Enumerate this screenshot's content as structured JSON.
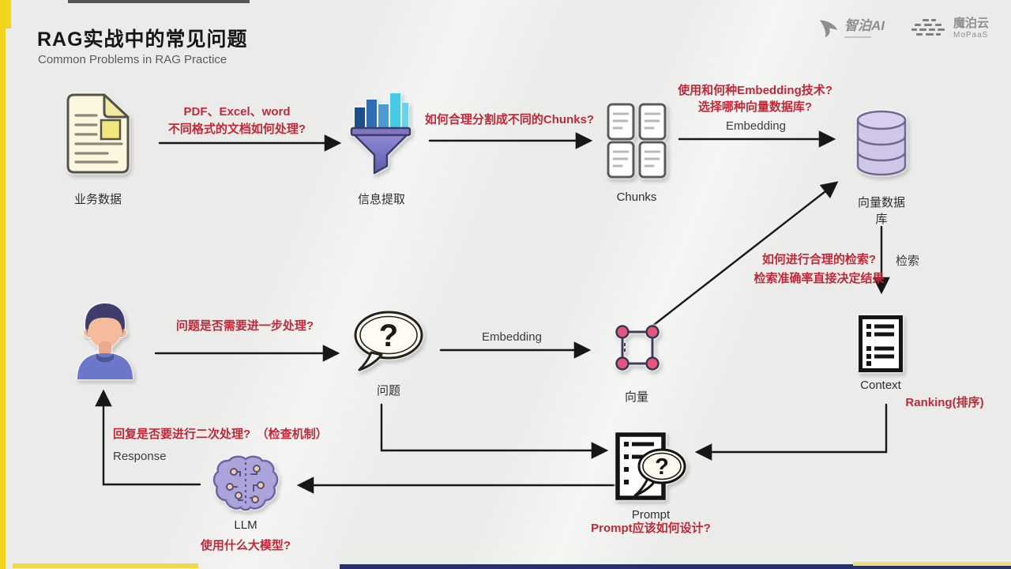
{
  "page": {
    "title": "RAG实战中的常见问题",
    "subtitle": "Common Problems in RAG Practice"
  },
  "logos": {
    "zhibo": {
      "name": "智泊AI"
    },
    "mopaas": {
      "name": "魔泊云",
      "sub": "MoPaaS"
    }
  },
  "nodes": {
    "business_data": {
      "label": "业务数据"
    },
    "extraction": {
      "label": "信息提取"
    },
    "chunks": {
      "label": "Chunks"
    },
    "vector_db": {
      "label": "向量数据库"
    },
    "question": {
      "label": "问题"
    },
    "vector": {
      "label": "向量"
    },
    "context": {
      "label": "Context"
    },
    "prompt": {
      "label": "Prompt"
    },
    "llm": {
      "label": "LLM"
    }
  },
  "edge_labels": {
    "embedding_top": "Embedding",
    "embedding_mid": "Embedding",
    "retrieval": "检索",
    "response": "Response"
  },
  "annotations": {
    "doc_formats_line1": "PDF、Excel、word",
    "doc_formats_line2": "不同格式的文档如何处理?",
    "chunk_split": "如何合理分割成不同的Chunks?",
    "embedding_choice_line1": "使用和何种Embedding技术?",
    "embedding_choice_line2": "选择哪种向量数据库?",
    "retrieval_line1": "如何进行合理的检索?",
    "retrieval_line2": "检索准确率直接决定结果",
    "question_preprocess": "问题是否需要进一步处理?",
    "ranking": "Ranking(排序)",
    "response_check": "回复是否要进行二次处理?　（检查机制）",
    "prompt_design": "Prompt应该如何设计?",
    "llm_choice": "使用什么大模型?"
  },
  "glyphs": {
    "question_mark": "?"
  },
  "colors": {
    "annotation_red": "#c22837",
    "accent_yellow": "#f2d41d",
    "bottom_navy": "#28316a",
    "arrow_black": "#171717"
  }
}
